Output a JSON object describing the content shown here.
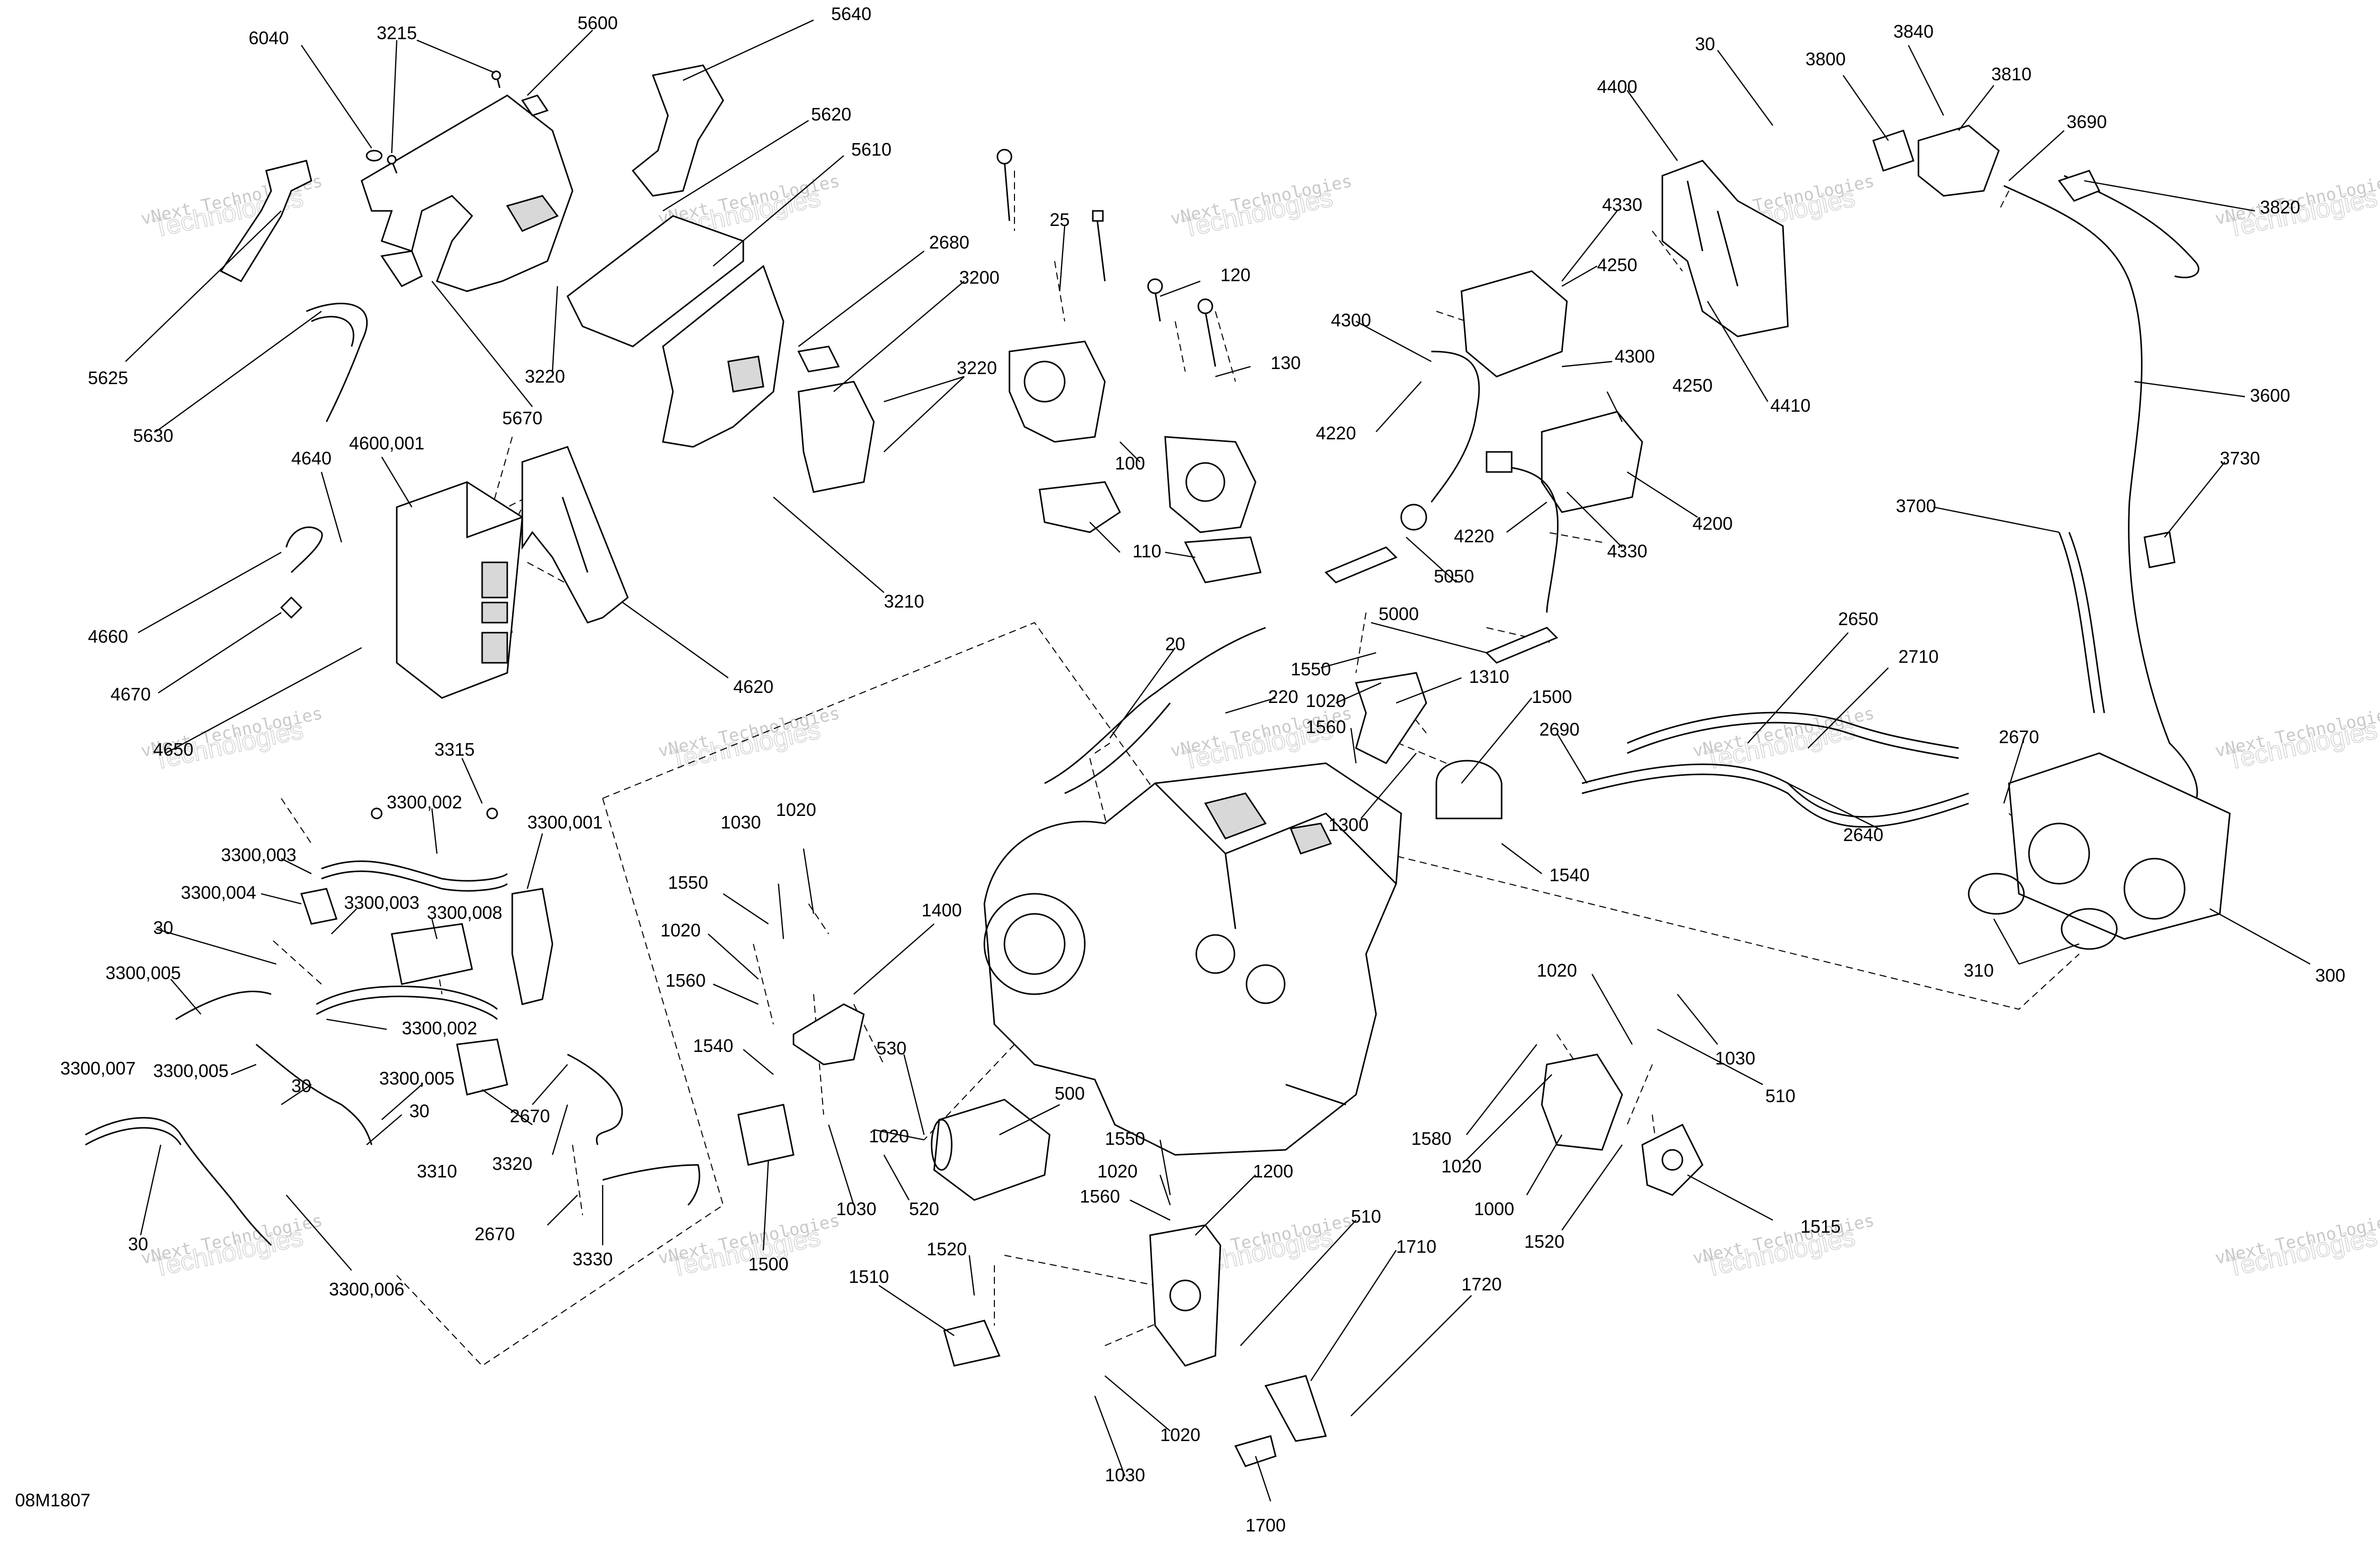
{
  "figure_code": "08M1807",
  "watermark": {
    "line1": "vNext Technologies",
    "line2": "Technologies"
  },
  "callouts": [
    "6040",
    "3215",
    "5600",
    "5640",
    "5620",
    "5610",
    "5625",
    "5630",
    "5670",
    "3220",
    "4640",
    "4600,001",
    "4660",
    "4670",
    "4620",
    "4650",
    "2680",
    "3200",
    "3220",
    "3210",
    "25",
    "120",
    "130",
    "100",
    "110",
    "30",
    "4400",
    "3840",
    "3800",
    "3810",
    "3690",
    "3820",
    "4330",
    "4250",
    "4300",
    "4410",
    "4300",
    "4250",
    "4220",
    "4200",
    "4220",
    "4330",
    "5050",
    "3600",
    "3730",
    "3700",
    "20",
    "5000",
    "1550",
    "1020",
    "220",
    "1310",
    "1560",
    "1500",
    "2690",
    "1300",
    "1540",
    "2650",
    "2710",
    "2640",
    "2670",
    "310",
    "300",
    "3315",
    "3300,002",
    "3300,001",
    "3300,003",
    "3300,004",
    "3300,003",
    "3300,008",
    "30",
    "3300,005",
    "3300,002",
    "3300,007",
    "3300,005",
    "30",
    "3300,005",
    "30",
    "2670",
    "3310",
    "3320",
    "2670",
    "3330",
    "30",
    "3300,006",
    "1030",
    "1020",
    "1550",
    "1020",
    "1560",
    "1400",
    "1540",
    "530",
    "500",
    "1020",
    "1030",
    "520",
    "1500",
    "1510",
    "1520",
    "1550",
    "1020",
    "1560",
    "1200",
    "510",
    "1710",
    "1720",
    "1020",
    "1030",
    "1700",
    "1020",
    "1030",
    "510",
    "1580",
    "1020",
    "1000",
    "1520",
    "1515"
  ]
}
